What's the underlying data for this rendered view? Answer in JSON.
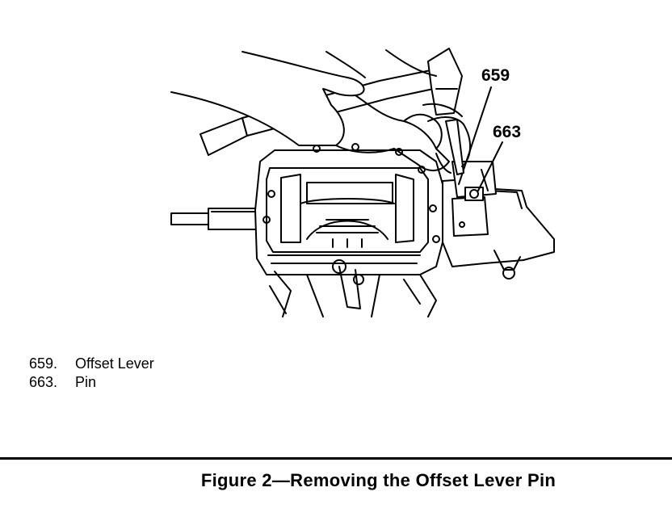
{
  "callouts": [
    {
      "id": "659",
      "label": "659"
    },
    {
      "id": "663",
      "label": "663"
    }
  ],
  "legend": [
    {
      "number": "659.",
      "text": "Offset Lever"
    },
    {
      "number": "663.",
      "text": "Pin"
    }
  ],
  "caption": "Figure 2—Removing the Offset Lever Pin"
}
